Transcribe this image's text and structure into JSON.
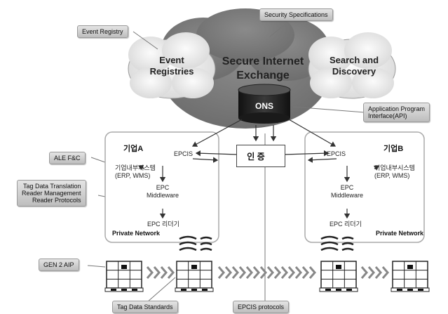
{
  "callouts": {
    "security": "Security Specifications",
    "event_registry": "Event Registry",
    "api": [
      "Application Program",
      "Interface(API)"
    ],
    "ale": "ALE F&C",
    "tag_translation": [
      "Tag Data Translation",
      "Reader Management",
      "Reader Protocols"
    ],
    "gen2": "GEN 2 AIP",
    "tag_standards": "Tag Data Standards",
    "epcis_protocols": "EPCIS protocols"
  },
  "clouds": {
    "left": [
      "Event",
      "Registries"
    ],
    "center": [
      "Secure Internet",
      "Exchange"
    ],
    "right": [
      "Search and",
      "Discovery"
    ]
  },
  "ons": "ONS",
  "auth": "인 증",
  "enterprise_a": {
    "title": "기업A",
    "epcis": "EPCIS",
    "internal": [
      "기업내부시스템",
      "(ERP, WMS)"
    ],
    "middleware": [
      "EPC",
      "Middleware"
    ],
    "reader": "EPC 리더기",
    "network": "Private Network"
  },
  "enterprise_b": {
    "title": "기업B",
    "epcis": "EPCIS",
    "internal": [
      "기업내부시스템",
      "(ERP, WMS)"
    ],
    "middleware": [
      "EPC",
      "Middleware"
    ],
    "reader": "EPC 리더기",
    "network": "Private Network"
  },
  "icons": [
    "cloud-icon",
    "database-icon",
    "lock-icon",
    "rfid-wave-icon",
    "pallet-icon",
    "chevron-right-icon"
  ]
}
